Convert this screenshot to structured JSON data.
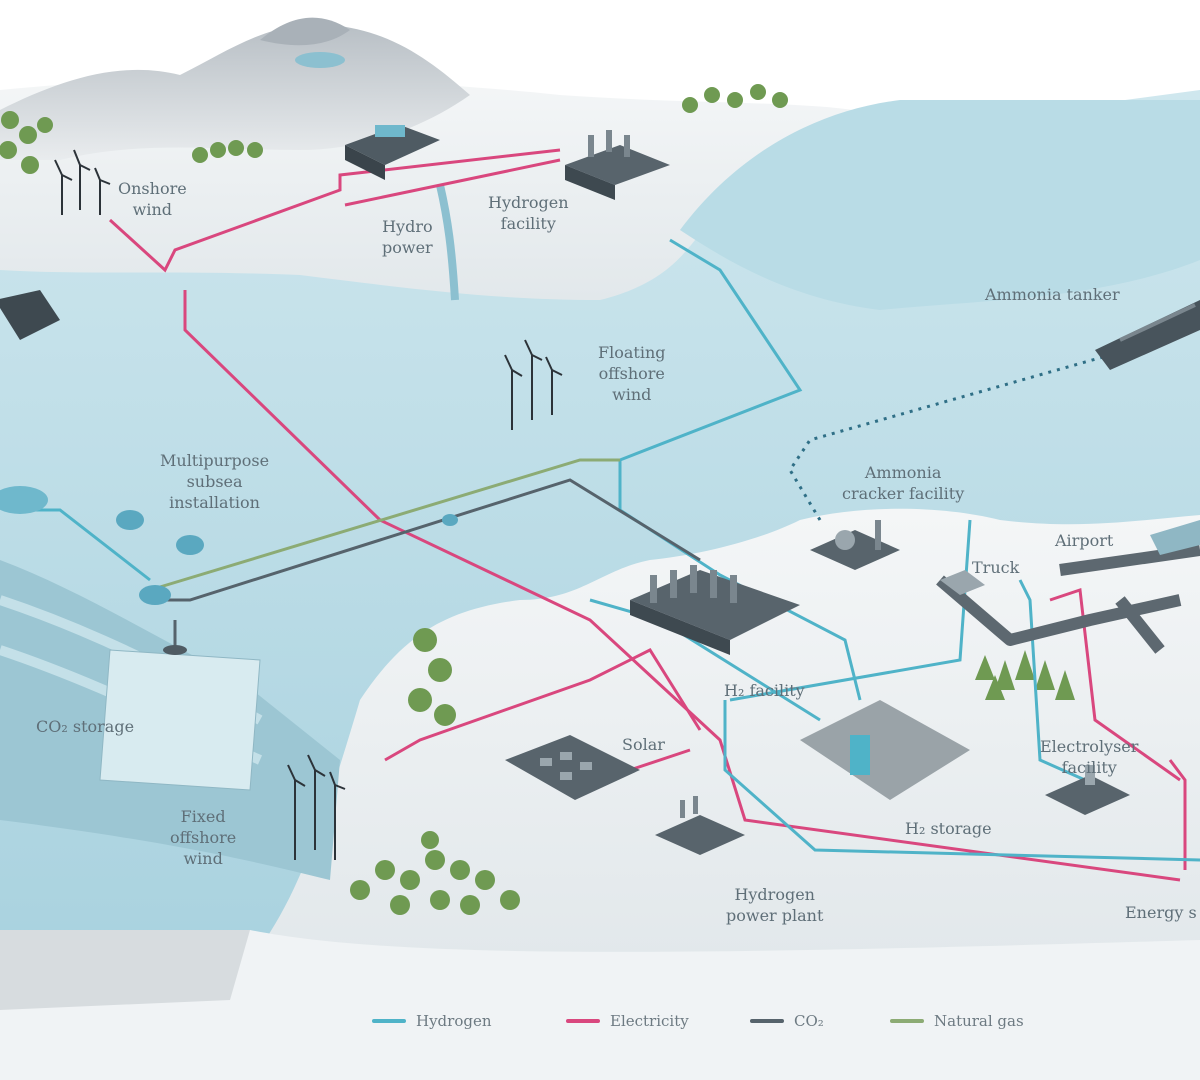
{
  "labels": {
    "onshore_wind": [
      "Onshore",
      "wind"
    ],
    "hydro_power": [
      "Hydro",
      "power"
    ],
    "hydrogen_facility": [
      "Hydrogen",
      "facility"
    ],
    "ammonia_tanker": "Ammonia tanker",
    "floating_offshore_wind": [
      "Floating",
      "offshore",
      "wind"
    ],
    "multipurpose_subsea": [
      "Multipurpose",
      "subsea",
      "installation"
    ],
    "ammonia_cracker": [
      "Ammonia",
      "cracker facility"
    ],
    "airport": "Airport",
    "truck": "Truck",
    "h2_facility": "H₂ facility",
    "co2_storage": "CO₂ storage",
    "solar": "Solar",
    "electrolyser": [
      "Electrolyser",
      "facility"
    ],
    "h2_storage": "H₂ storage",
    "fixed_offshore_wind": [
      "Fixed",
      "offshore",
      "wind"
    ],
    "hydrogen_power_plant": [
      "Hydrogen",
      "power plant"
    ],
    "energy_storage": "Energy s"
  },
  "legend": [
    {
      "label": "Hydrogen",
      "color": "#4fb3c8"
    },
    {
      "label": "Electricity",
      "color": "#d9477e"
    },
    {
      "label": "CO₂",
      "color": "#56636c"
    },
    {
      "label": "Natural gas",
      "color": "#8cab74"
    }
  ],
  "colors": {
    "water": "#b6dae4",
    "water_dark": "#8cc0d0",
    "land": "#eef2f4",
    "mountain": "#c9cfd4",
    "tree": "#6f9a52"
  }
}
